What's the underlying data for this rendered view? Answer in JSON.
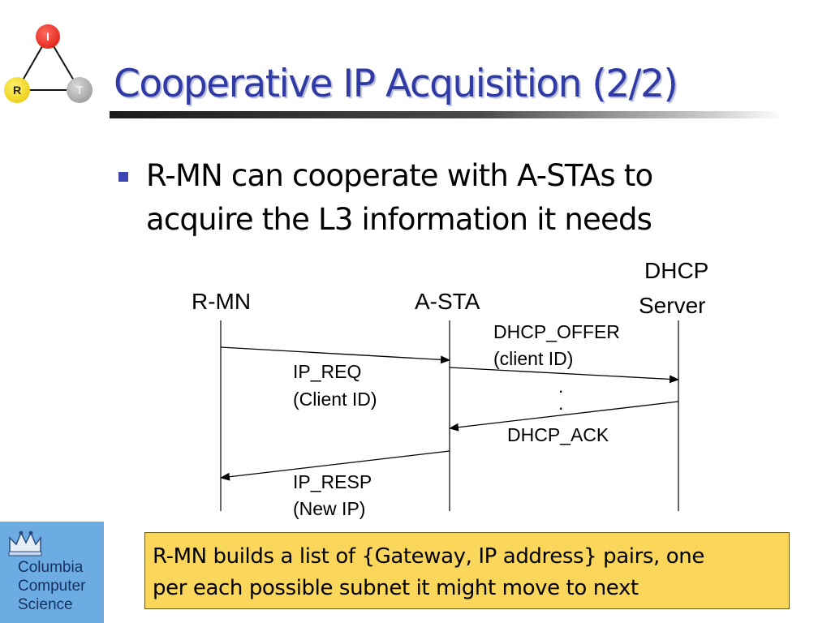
{
  "logo": {
    "nodes": {
      "top": "I",
      "left": "R",
      "right": "T"
    }
  },
  "slide": {
    "title": "Cooperative IP Acquisition (2/2)",
    "bullet": "R-MN can cooperate with A-STAs to acquire the L3 information it needs"
  },
  "diagram": {
    "entities": {
      "rmn": "R-MN",
      "asta": "A-STA",
      "dhcp_line1": "DHCP",
      "dhcp_line2": "Server"
    },
    "messages": {
      "ip_req_1": "IP_REQ",
      "ip_req_2": "(Client ID)",
      "offer_1": "DHCP_OFFER",
      "offer_2": "(client ID)",
      "dot": ".",
      "ack": "DHCP_ACK",
      "resp_1": "IP_RESP",
      "resp_2": "(New IP)"
    }
  },
  "footer": {
    "university_lines": [
      "Columbia",
      "Computer",
      "Science"
    ],
    "note_lines": [
      "R-MN builds a list of {Gateway, IP address} pairs, one",
      "per each possible subnet it might move to next"
    ]
  },
  "colors": {
    "title": "#2f3aa5",
    "bullet": "#3c44b2",
    "note_bg": "#fad75a",
    "logo_bg": "#6dace3"
  }
}
